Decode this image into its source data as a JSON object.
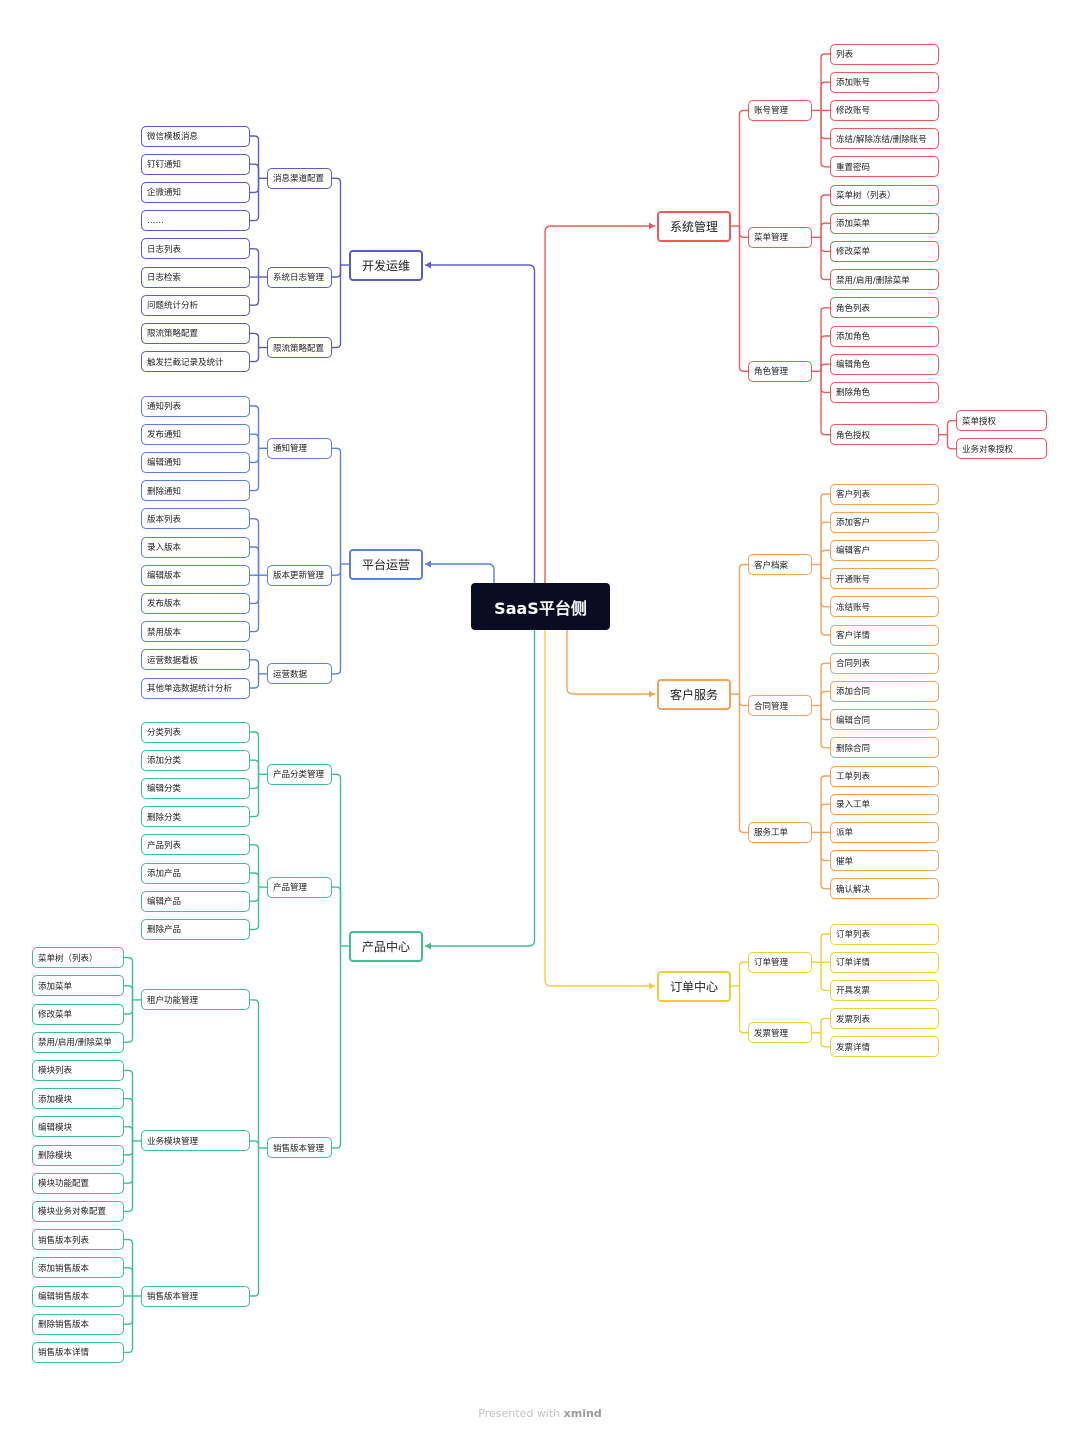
{
  "root": "SaaS平台侧",
  "footer": {
    "prefix": "Presented with",
    "brand": "xmind"
  },
  "colors": {
    "system": "#ee5a5a",
    "customer": "#f4a259",
    "order": "#f2cf3a",
    "devops": "#5b5bc8",
    "ops": "#5b80e0",
    "product": "#3ec18e"
  },
  "branches": [
    {
      "label": "系统管理",
      "color": "system",
      "side": "right",
      "children": [
        {
          "label": "账号管理",
          "children": [
            {
              "label": "列表"
            },
            {
              "label": "添加账号"
            },
            {
              "label": "修改账号"
            },
            {
              "label": "冻结/解除冻结/删除账号"
            },
            {
              "label": "重置密码"
            }
          ]
        },
        {
          "label": "菜单管理",
          "children": [
            {
              "label": "菜单树（列表）"
            },
            {
              "label": "添加菜单"
            },
            {
              "label": "修改菜单"
            },
            {
              "label": "禁用/启用/删除菜单"
            }
          ]
        },
        {
          "label": "角色管理",
          "children": [
            {
              "label": "角色列表"
            },
            {
              "label": "添加角色"
            },
            {
              "label": "编辑角色"
            },
            {
              "label": "删除角色"
            },
            {
              "label": "角色授权",
              "children": [
                {
                  "label": "菜单授权"
                },
                {
                  "label": "业务对象授权"
                }
              ]
            }
          ]
        }
      ]
    },
    {
      "label": "客户服务",
      "color": "customer",
      "side": "right",
      "children": [
        {
          "label": "客户档案",
          "children": [
            {
              "label": "客户列表"
            },
            {
              "label": "添加客户"
            },
            {
              "label": "编辑客户"
            },
            {
              "label": "开通账号"
            },
            {
              "label": "冻结账号"
            },
            {
              "label": "客户详情"
            }
          ]
        },
        {
          "label": "合同管理",
          "children": [
            {
              "label": "合同列表"
            },
            {
              "label": "添加合同"
            },
            {
              "label": "编辑合同"
            },
            {
              "label": "删除合同"
            }
          ]
        },
        {
          "label": "服务工单",
          "children": [
            {
              "label": "工单列表"
            },
            {
              "label": "录入工单"
            },
            {
              "label": "派单"
            },
            {
              "label": "催单"
            },
            {
              "label": "确认解决"
            }
          ]
        }
      ]
    },
    {
      "label": "订单中心",
      "color": "order",
      "side": "right",
      "children": [
        {
          "label": "订单管理",
          "children": [
            {
              "label": "订单列表"
            },
            {
              "label": "订单详情"
            },
            {
              "label": "开具发票"
            }
          ]
        },
        {
          "label": "发票管理",
          "children": [
            {
              "label": "发票列表"
            },
            {
              "label": "发票详情"
            }
          ]
        }
      ]
    },
    {
      "label": "开发运维",
      "color": "devops",
      "side": "left",
      "children": [
        {
          "label": "消息渠道配置",
          "children": [
            {
              "label": "微信模板消息"
            },
            {
              "label": "钉钉通知"
            },
            {
              "label": "企微通知"
            },
            {
              "label": "……"
            }
          ]
        },
        {
          "label": "系统日志管理",
          "children": [
            {
              "label": "日志列表"
            },
            {
              "label": "日志检索"
            },
            {
              "label": "问题统计分析"
            }
          ]
        },
        {
          "label": "限流策略配置",
          "children": [
            {
              "label": "限流策略配置"
            },
            {
              "label": "触发拦截记录及统计"
            }
          ]
        }
      ]
    },
    {
      "label": "平台运营",
      "color": "ops",
      "side": "left",
      "children": [
        {
          "label": "通知管理",
          "children": [
            {
              "label": "通知列表"
            },
            {
              "label": "发布通知"
            },
            {
              "label": "编辑通知"
            },
            {
              "label": "删除通知"
            }
          ]
        },
        {
          "label": "版本更新管理",
          "children": [
            {
              "label": "版本列表"
            },
            {
              "label": "录入版本"
            },
            {
              "label": "编辑版本"
            },
            {
              "label": "发布版本"
            },
            {
              "label": "禁用版本"
            }
          ]
        },
        {
          "label": "运营数据",
          "children": [
            {
              "label": "运营数据看板"
            },
            {
              "label": "其他单选数据统计分析"
            }
          ]
        }
      ]
    },
    {
      "label": "产品中心",
      "color": "product",
      "side": "left",
      "children": [
        {
          "label": "产品分类管理",
          "children": [
            {
              "label": "分类列表"
            },
            {
              "label": "添加分类"
            },
            {
              "label": "编辑分类"
            },
            {
              "label": "删除分类"
            }
          ]
        },
        {
          "label": "产品管理",
          "children": [
            {
              "label": "产品列表"
            },
            {
              "label": "添加产品"
            },
            {
              "label": "编辑产品"
            },
            {
              "label": "删除产品"
            }
          ]
        },
        {
          "label": "销售版本管理",
          "children": [
            {
              "label": "租户功能管理",
              "children": [
                {
                  "label": "菜单树（列表）"
                },
                {
                  "label": "添加菜单"
                },
                {
                  "label": "修改菜单"
                },
                {
                  "label": "禁用/启用/删除菜单"
                }
              ]
            },
            {
              "label": "业务模块管理",
              "children": [
                {
                  "label": "模块列表"
                },
                {
                  "label": "添加模块"
                },
                {
                  "label": "编辑模块"
                },
                {
                  "label": "删除模块"
                },
                {
                  "label": "模块功能配置"
                },
                {
                  "label": "模块业务对象配置"
                }
              ]
            },
            {
              "label": "销售版本管理",
              "children": [
                {
                  "label": "销售版本列表"
                },
                {
                  "label": "添加销售版本"
                },
                {
                  "label": "编辑销售版本"
                },
                {
                  "label": "删除销售版本"
                },
                {
                  "label": "销售版本详情"
                }
              ]
            }
          ]
        }
      ]
    }
  ]
}
